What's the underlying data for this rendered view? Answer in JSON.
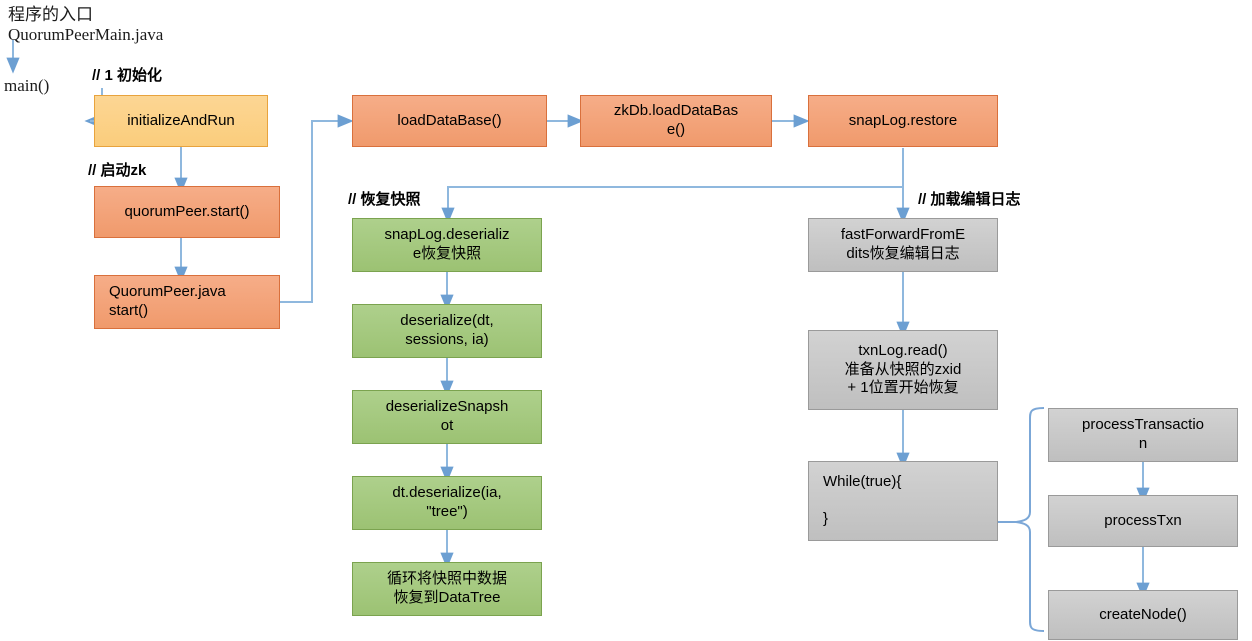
{
  "diagram": {
    "title_note": {
      "line1": "程序的入口",
      "line2": "QuorumPeerMain.java"
    },
    "entry_label": "main()",
    "comments": {
      "init": "// 1 初始化",
      "start_zk": "// 启动zk",
      "restore_snapshot": "// 恢复快照",
      "load_edit_log": "// 加载编辑日志"
    },
    "nodes": {
      "initialize_and_run": "initializeAndRun",
      "quorum_peer_start": "quorumPeer.start()",
      "quorum_peer_java_start": "QuorumPeer.java\nstart()",
      "load_database": "loadDataBase()",
      "zkdb_load_database": "zkDb.loadDataBas\ne()",
      "snaplog_restore": "snapLog.restore",
      "snaplog_deserialize": "snapLog.deserializ\ne恢复快照",
      "deserialize_dt": "deserialize(dt,\nsessions, ia)",
      "deserialize_snapshot": "deserializeSnapsh\not",
      "dt_deserialize": "dt.deserialize(ia,\n\"tree\")",
      "loop_restore_datatree": "循环将快照中数据\n恢复到DataTree",
      "fast_forward_from_edits": "fastForwardFromE\ndits恢复编辑日志",
      "txnlog_read": "txnLog.read()\n准备从快照的zxid\n+ 1位置开始恢复",
      "while_true": "While(true){\n\n}",
      "process_transaction": "processTransactio\nn",
      "process_txn": "processTxn",
      "create_node": "createNode()"
    },
    "colors": {
      "yellow_fill": "#fbd38a",
      "yellow_border": "#e8a33d",
      "orange_fill": "#f4a47b",
      "orange_border": "#d9703c",
      "green_fill": "#a5c87f",
      "green_border": "#7ba34f",
      "gray_fill": "#c6c6c6",
      "gray_border": "#9a9a9a",
      "connector": "#7ba7d7",
      "background": "#ffffff"
    }
  }
}
